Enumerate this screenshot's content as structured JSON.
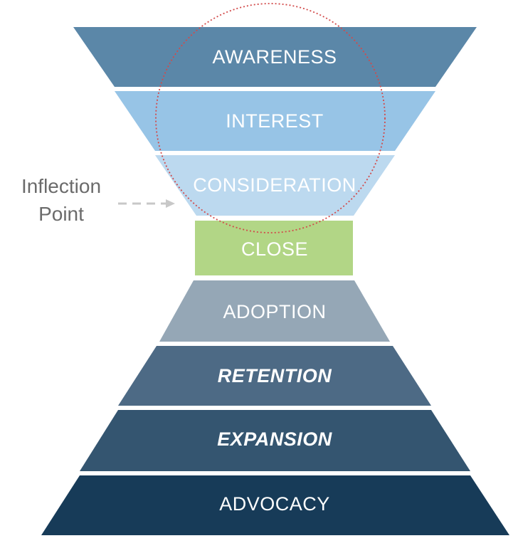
{
  "stages": [
    {
      "label": "AWARENESS",
      "color": "#5b87a8",
      "emphasis": false
    },
    {
      "label": "INTEREST",
      "color": "#97c4e6",
      "emphasis": false
    },
    {
      "label": "CONSIDERATION",
      "color": "#bcd9ef",
      "emphasis": false
    },
    {
      "label": "CLOSE",
      "color": "#b2d686",
      "emphasis": false
    },
    {
      "label": "ADOPTION",
      "color": "#95a7b6",
      "emphasis": false
    },
    {
      "label": "RETENTION",
      "color": "#4d6a85",
      "emphasis": true
    },
    {
      "label": "EXPANSION",
      "color": "#345570",
      "emphasis": true
    },
    {
      "label": "ADVOCACY",
      "color": "#173b58",
      "emphasis": false
    }
  ],
  "annotation": {
    "line1": "Inflection",
    "line2": "Point",
    "text_color": "#6b6b6b",
    "arrow_color": "#c8c8c8",
    "circle_color": "#d24a4a"
  }
}
